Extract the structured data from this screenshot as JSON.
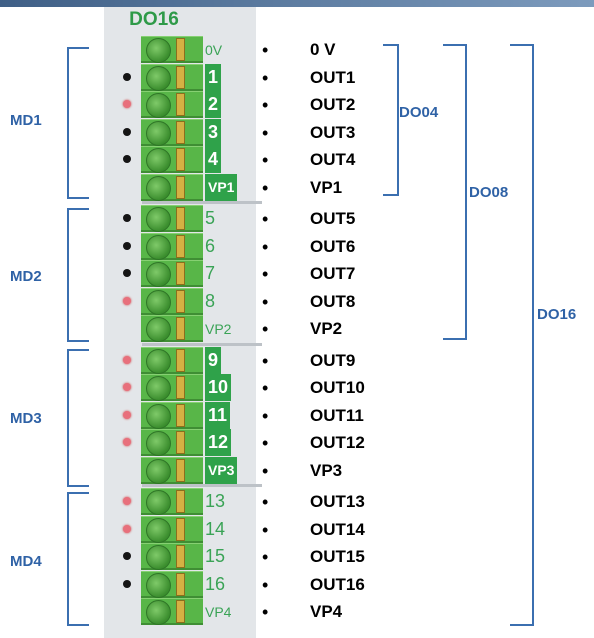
{
  "module_title": "DO16",
  "groups": [
    {
      "label": "MD1"
    },
    {
      "label": "MD2"
    },
    {
      "label": "MD3"
    },
    {
      "label": "MD4"
    }
  ],
  "ranges": [
    {
      "label": "DO04"
    },
    {
      "label": "DO08"
    },
    {
      "label": "DO16"
    }
  ],
  "bullet": "•",
  "rows": [
    {
      "pin": "0V",
      "signal": "0 V",
      "led": "none"
    },
    {
      "pin": "1",
      "signal": "OUT1",
      "led": "off"
    },
    {
      "pin": "2",
      "signal": "OUT2",
      "led": "on"
    },
    {
      "pin": "3",
      "signal": "OUT3",
      "led": "off"
    },
    {
      "pin": "4",
      "signal": "OUT4",
      "led": "off"
    },
    {
      "pin": "VP1",
      "signal": "VP1",
      "led": "none"
    },
    {
      "pin": "5",
      "signal": "OUT5",
      "led": "off"
    },
    {
      "pin": "6",
      "signal": "OUT6",
      "led": "off"
    },
    {
      "pin": "7",
      "signal": "OUT7",
      "led": "off"
    },
    {
      "pin": "8",
      "signal": "OUT8",
      "led": "on"
    },
    {
      "pin": "VP2",
      "signal": "VP2",
      "led": "none"
    },
    {
      "pin": "9",
      "signal": "OUT9",
      "led": "on"
    },
    {
      "pin": "10",
      "signal": "OUT10",
      "led": "on"
    },
    {
      "pin": "11",
      "signal": "OUT11",
      "led": "on"
    },
    {
      "pin": "12",
      "signal": "OUT12",
      "led": "on"
    },
    {
      "pin": "VP3",
      "signal": "VP3",
      "led": "none"
    },
    {
      "pin": "13",
      "signal": "OUT13",
      "led": "on"
    },
    {
      "pin": "14",
      "signal": "OUT14",
      "led": "on"
    },
    {
      "pin": "15",
      "signal": "OUT15",
      "led": "off"
    },
    {
      "pin": "16",
      "signal": "OUT16",
      "led": "off"
    },
    {
      "pin": "VP4",
      "signal": "VP4",
      "led": "none"
    }
  ],
  "colors": {
    "terminal_green": "#58b648",
    "highlight_green": "#2fa24a",
    "led_on": "#e8707c",
    "led_off": "#151515",
    "bracket_blue": "#3b6fb0",
    "label_blue": "#2f62a6"
  }
}
